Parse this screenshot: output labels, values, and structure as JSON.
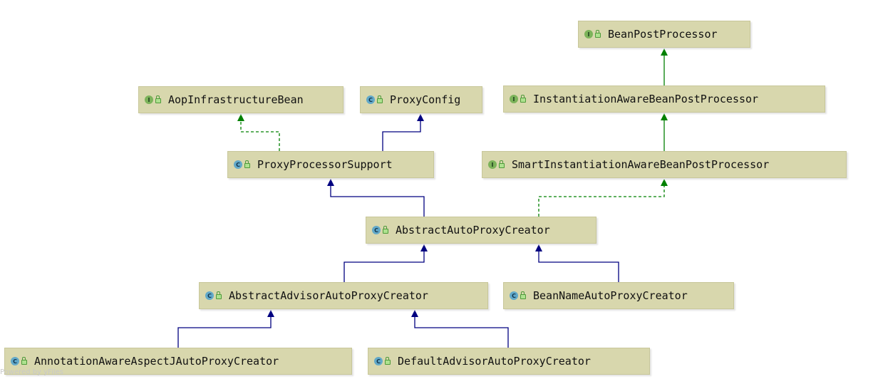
{
  "nodes": {
    "bean_post_processor": {
      "kind": "I",
      "label": "BeanPostProcessor"
    },
    "aop_infrastructure_bean": {
      "kind": "I",
      "label": "AopInfrastructureBean"
    },
    "proxy_config": {
      "kind": "C",
      "label": "ProxyConfig"
    },
    "instantiation_aware_bpp": {
      "kind": "I",
      "label": "InstantiationAwareBeanPostProcessor"
    },
    "proxy_processor_support": {
      "kind": "C",
      "label": "ProxyProcessorSupport"
    },
    "smart_instantiation_aware_bpp": {
      "kind": "I",
      "label": "SmartInstantiationAwareBeanPostProcessor"
    },
    "abstract_auto_proxy_creator": {
      "kind": "C",
      "label": "AbstractAutoProxyCreator"
    },
    "abstract_advisor_auto_proxy_creator": {
      "kind": "C",
      "label": "AbstractAdvisorAutoProxyCreator"
    },
    "bean_name_auto_proxy_creator": {
      "kind": "C",
      "label": "BeanNameAutoProxyCreator"
    },
    "annotation_aware_aspectj_auto_proxy_creator": {
      "kind": "C",
      "label": "AnnotationAwareAspectJAutoProxyCreator"
    },
    "default_advisor_auto_proxy_creator": {
      "kind": "C",
      "label": "DefaultAdvisorAutoProxyCreator"
    }
  },
  "edges": [
    {
      "from": "instantiation_aware_bpp",
      "to": "bean_post_processor",
      "type": "extends-interface"
    },
    {
      "from": "smart_instantiation_aware_bpp",
      "to": "instantiation_aware_bpp",
      "type": "extends-interface"
    },
    {
      "from": "proxy_processor_support",
      "to": "aop_infrastructure_bean",
      "type": "implements"
    },
    {
      "from": "proxy_processor_support",
      "to": "proxy_config",
      "type": "extends"
    },
    {
      "from": "abstract_auto_proxy_creator",
      "to": "proxy_processor_support",
      "type": "extends"
    },
    {
      "from": "abstract_auto_proxy_creator",
      "to": "smart_instantiation_aware_bpp",
      "type": "implements"
    },
    {
      "from": "abstract_advisor_auto_proxy_creator",
      "to": "abstract_auto_proxy_creator",
      "type": "extends"
    },
    {
      "from": "bean_name_auto_proxy_creator",
      "to": "abstract_auto_proxy_creator",
      "type": "extends"
    },
    {
      "from": "annotation_aware_aspectj_auto_proxy_creator",
      "to": "abstract_advisor_auto_proxy_creator",
      "type": "extends"
    },
    {
      "from": "default_advisor_auto_proxy_creator",
      "to": "abstract_advisor_auto_proxy_creator",
      "type": "extends"
    }
  ],
  "colors": {
    "extends": "#000080",
    "implements": "#008000",
    "node_fill": "#d8d7ad"
  },
  "footer": "Powered by yFiles"
}
